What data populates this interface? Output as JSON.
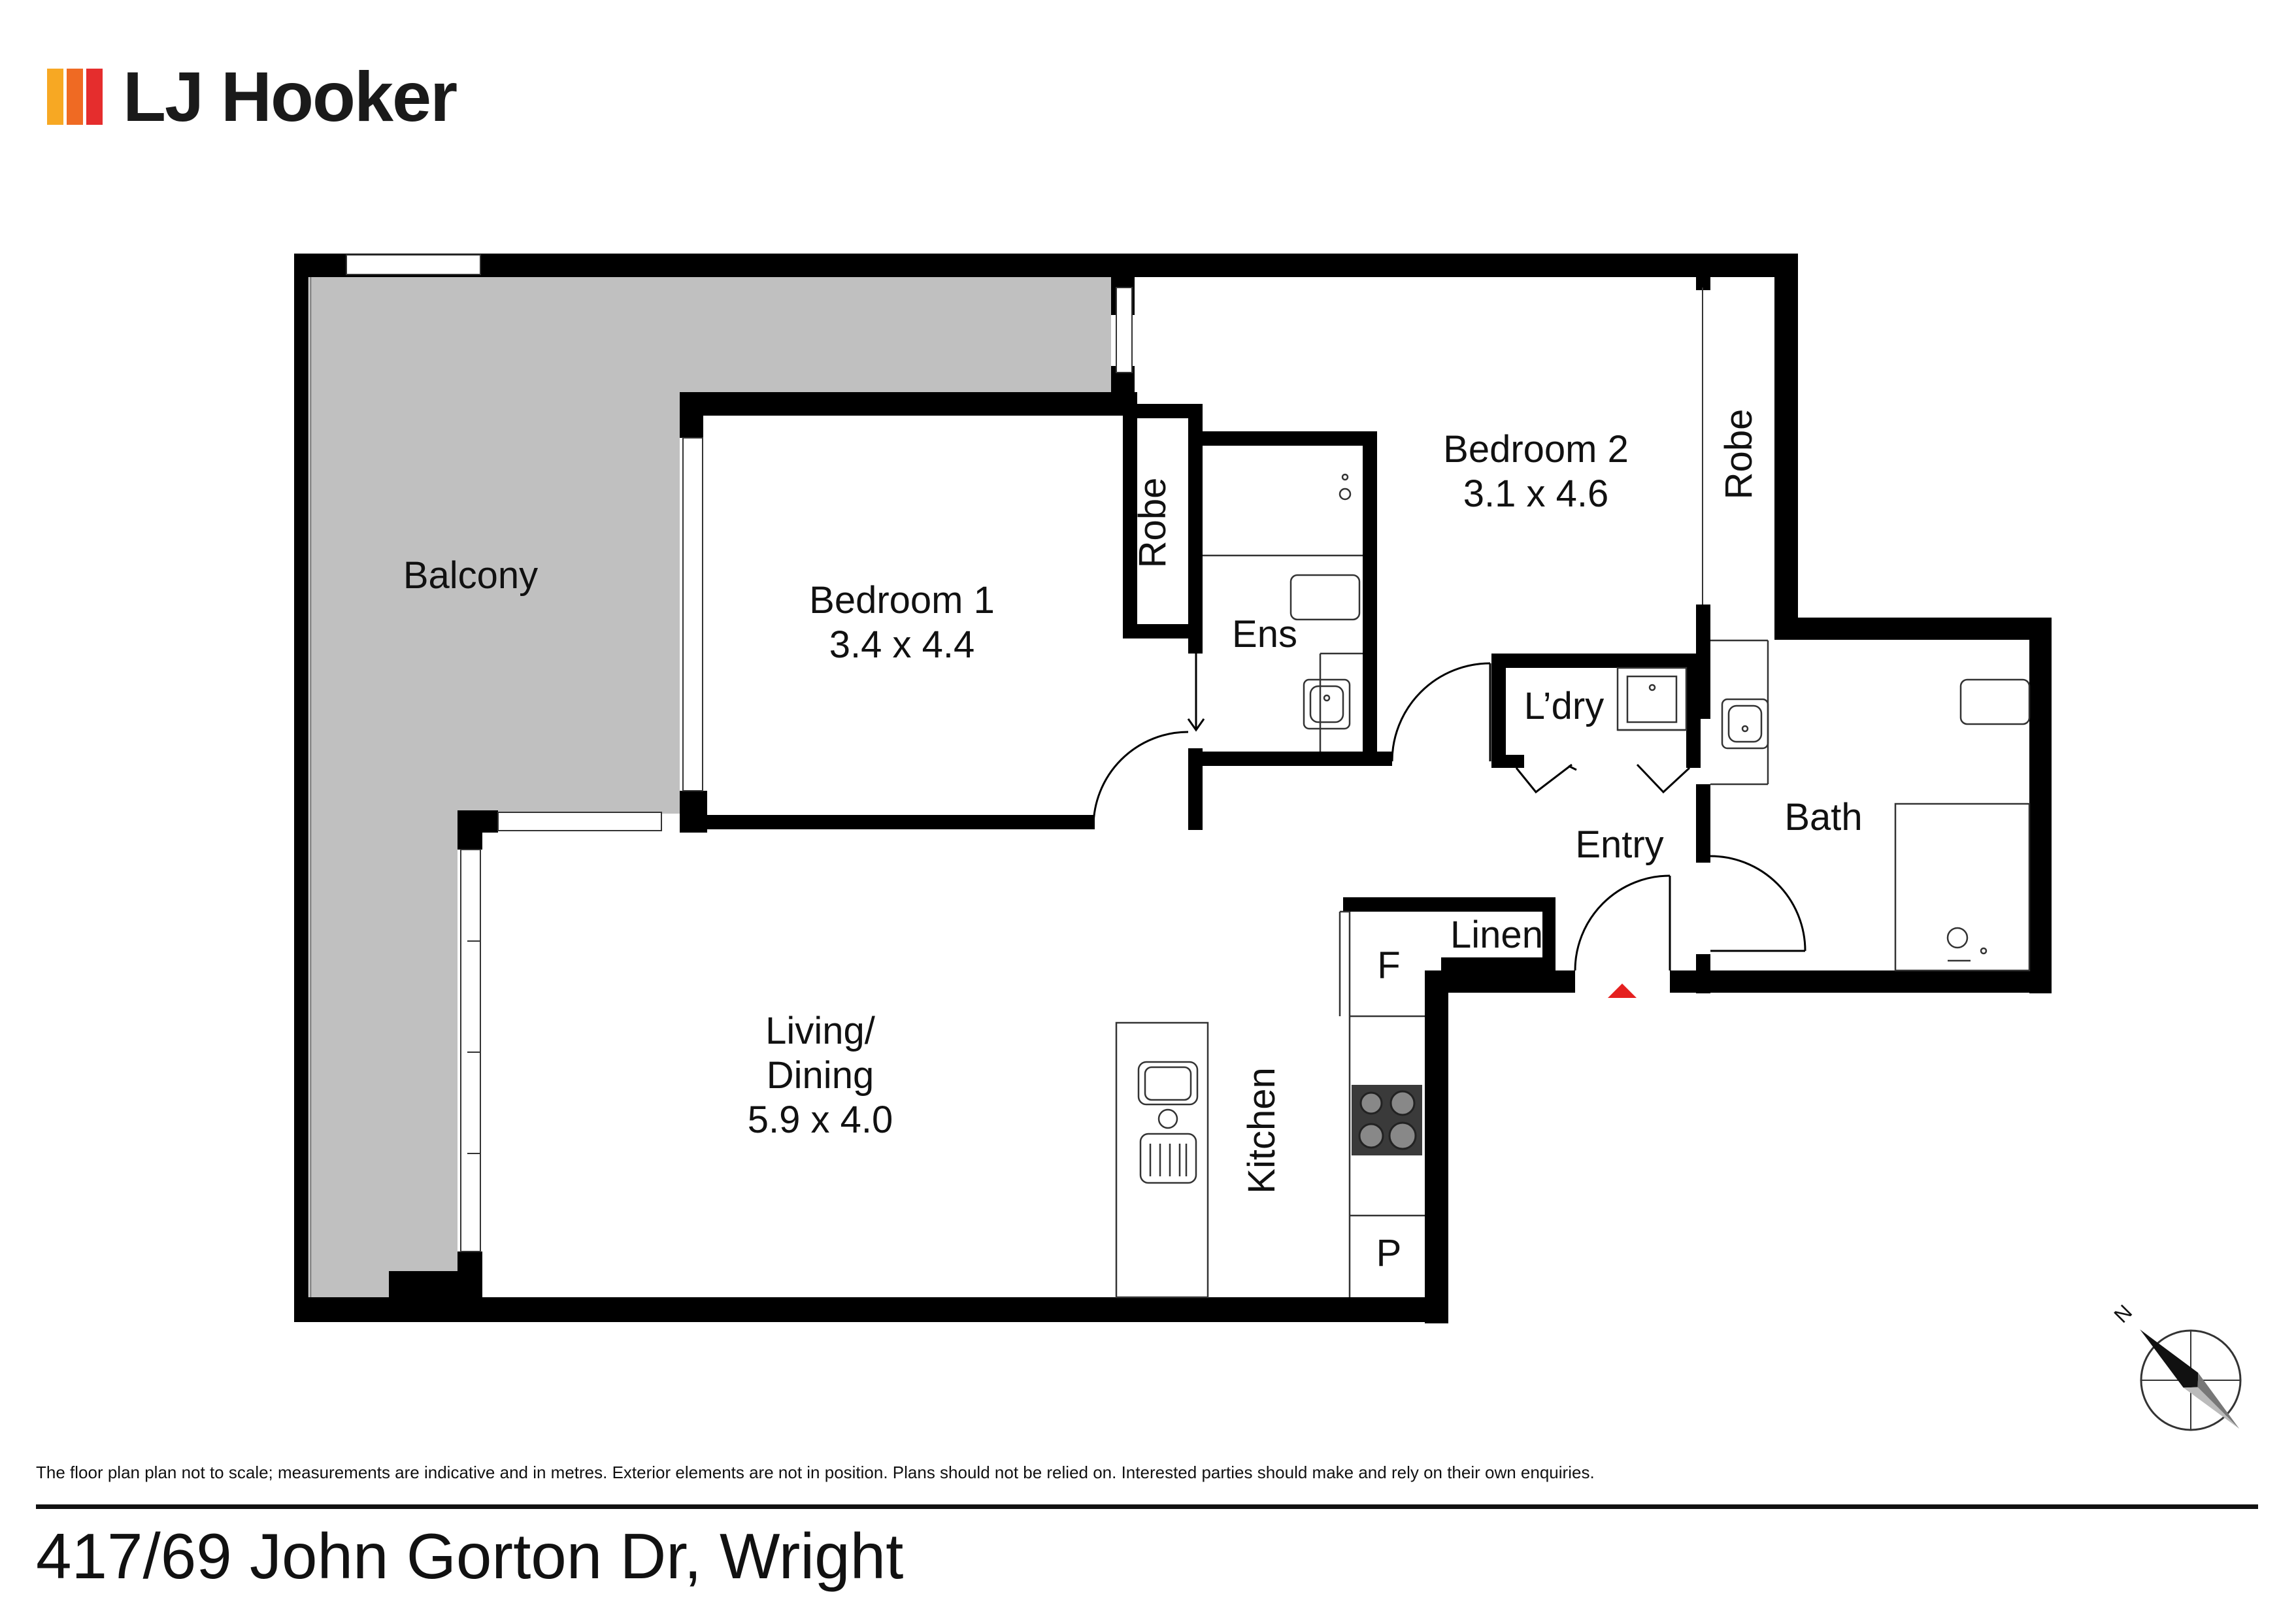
{
  "brand": {
    "name": "LJ Hooker",
    "colors": [
      "#f7a823",
      "#ef6a23",
      "#e52d2d"
    ],
    "text_color": "#1a1a1a"
  },
  "rooms": {
    "balcony": "Balcony",
    "bedroom1_name": "Bedroom 1",
    "bedroom1_size": "3.4 x 4.4",
    "bedroom2_name": "Bedroom 2",
    "bedroom2_size": "3.1 x 4.6",
    "robe1": "Robe",
    "robe2": "Robe",
    "ensuite": "Ens",
    "laundry": "L’dry",
    "entry": "Entry",
    "bath": "Bath",
    "linen": "Linen",
    "fridge": "F",
    "pantry": "P",
    "kitchen": "Kitchen",
    "living_line1": "Living/",
    "living_line2": "Dining",
    "living_size": "5.9 x 4.0"
  },
  "compass": {
    "label": "N",
    "icon": "north-arrow-icon"
  },
  "entry_marker_color": "#e5201f",
  "balcony_color": "#c0c0c0",
  "disclaimer": "The floor plan plan not to scale; measurements are indicative and in metres. Exterior elements are not in position. Plans should not be relied on. Interested parties should make and rely on their own enquiries.",
  "address": "417/69 John Gorton Dr, Wright"
}
